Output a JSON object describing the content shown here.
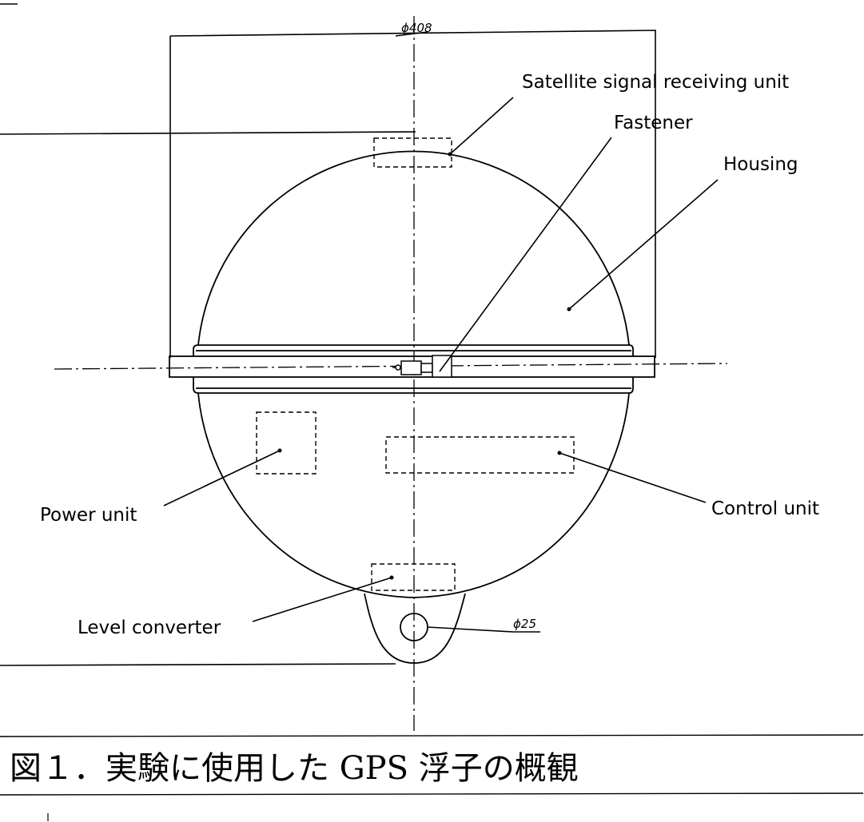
{
  "labels": {
    "satellite": "Satellite signal receiving unit",
    "fastener": "Fastener",
    "housing": "Housing",
    "power": "Power unit",
    "control": "Control unit",
    "level": "Level converter"
  },
  "dimensions": {
    "width_mark": "ϕ408",
    "ring_mark": "ϕ25"
  },
  "caption": "図１．実験に使用した GPS 浮子の概観"
}
